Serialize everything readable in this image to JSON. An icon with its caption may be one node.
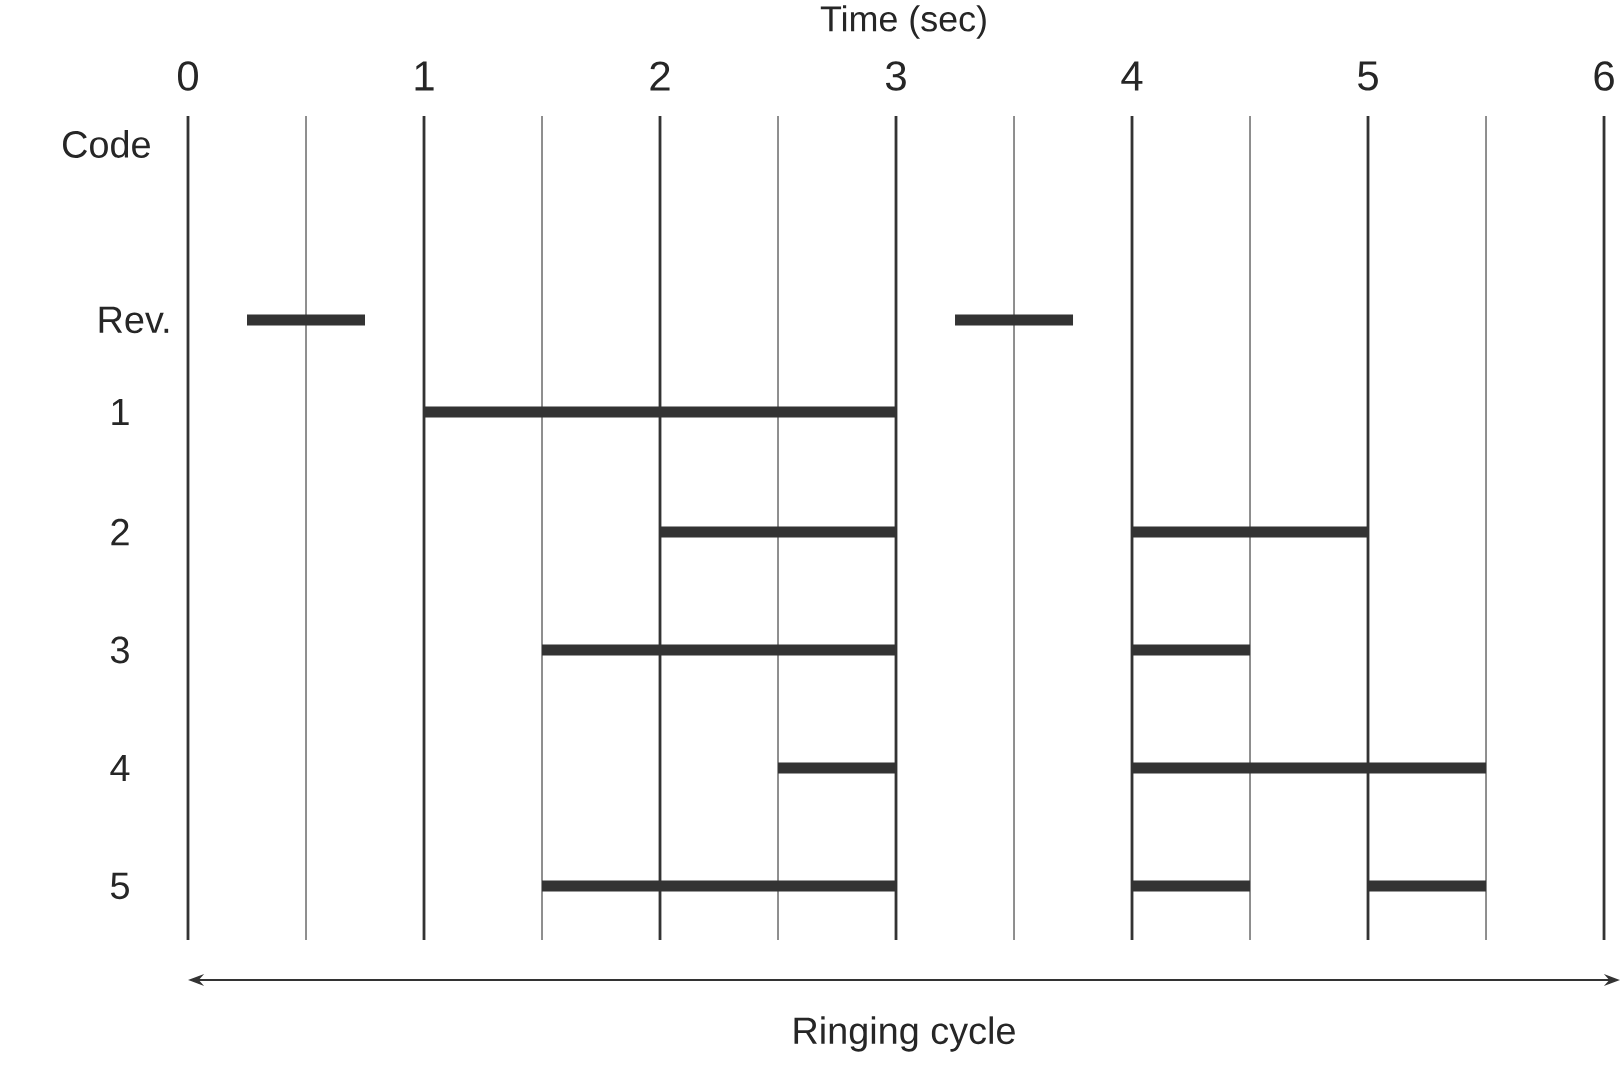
{
  "diagram": {
    "labels": [
      "Time (sec)",
      "0",
      "1",
      "2",
      "3",
      "4",
      "5",
      "6",
      "Code",
      "Rev.",
      "1",
      "2",
      "3",
      "4",
      "5",
      "Ringing cycle"
    ]
  }
}
